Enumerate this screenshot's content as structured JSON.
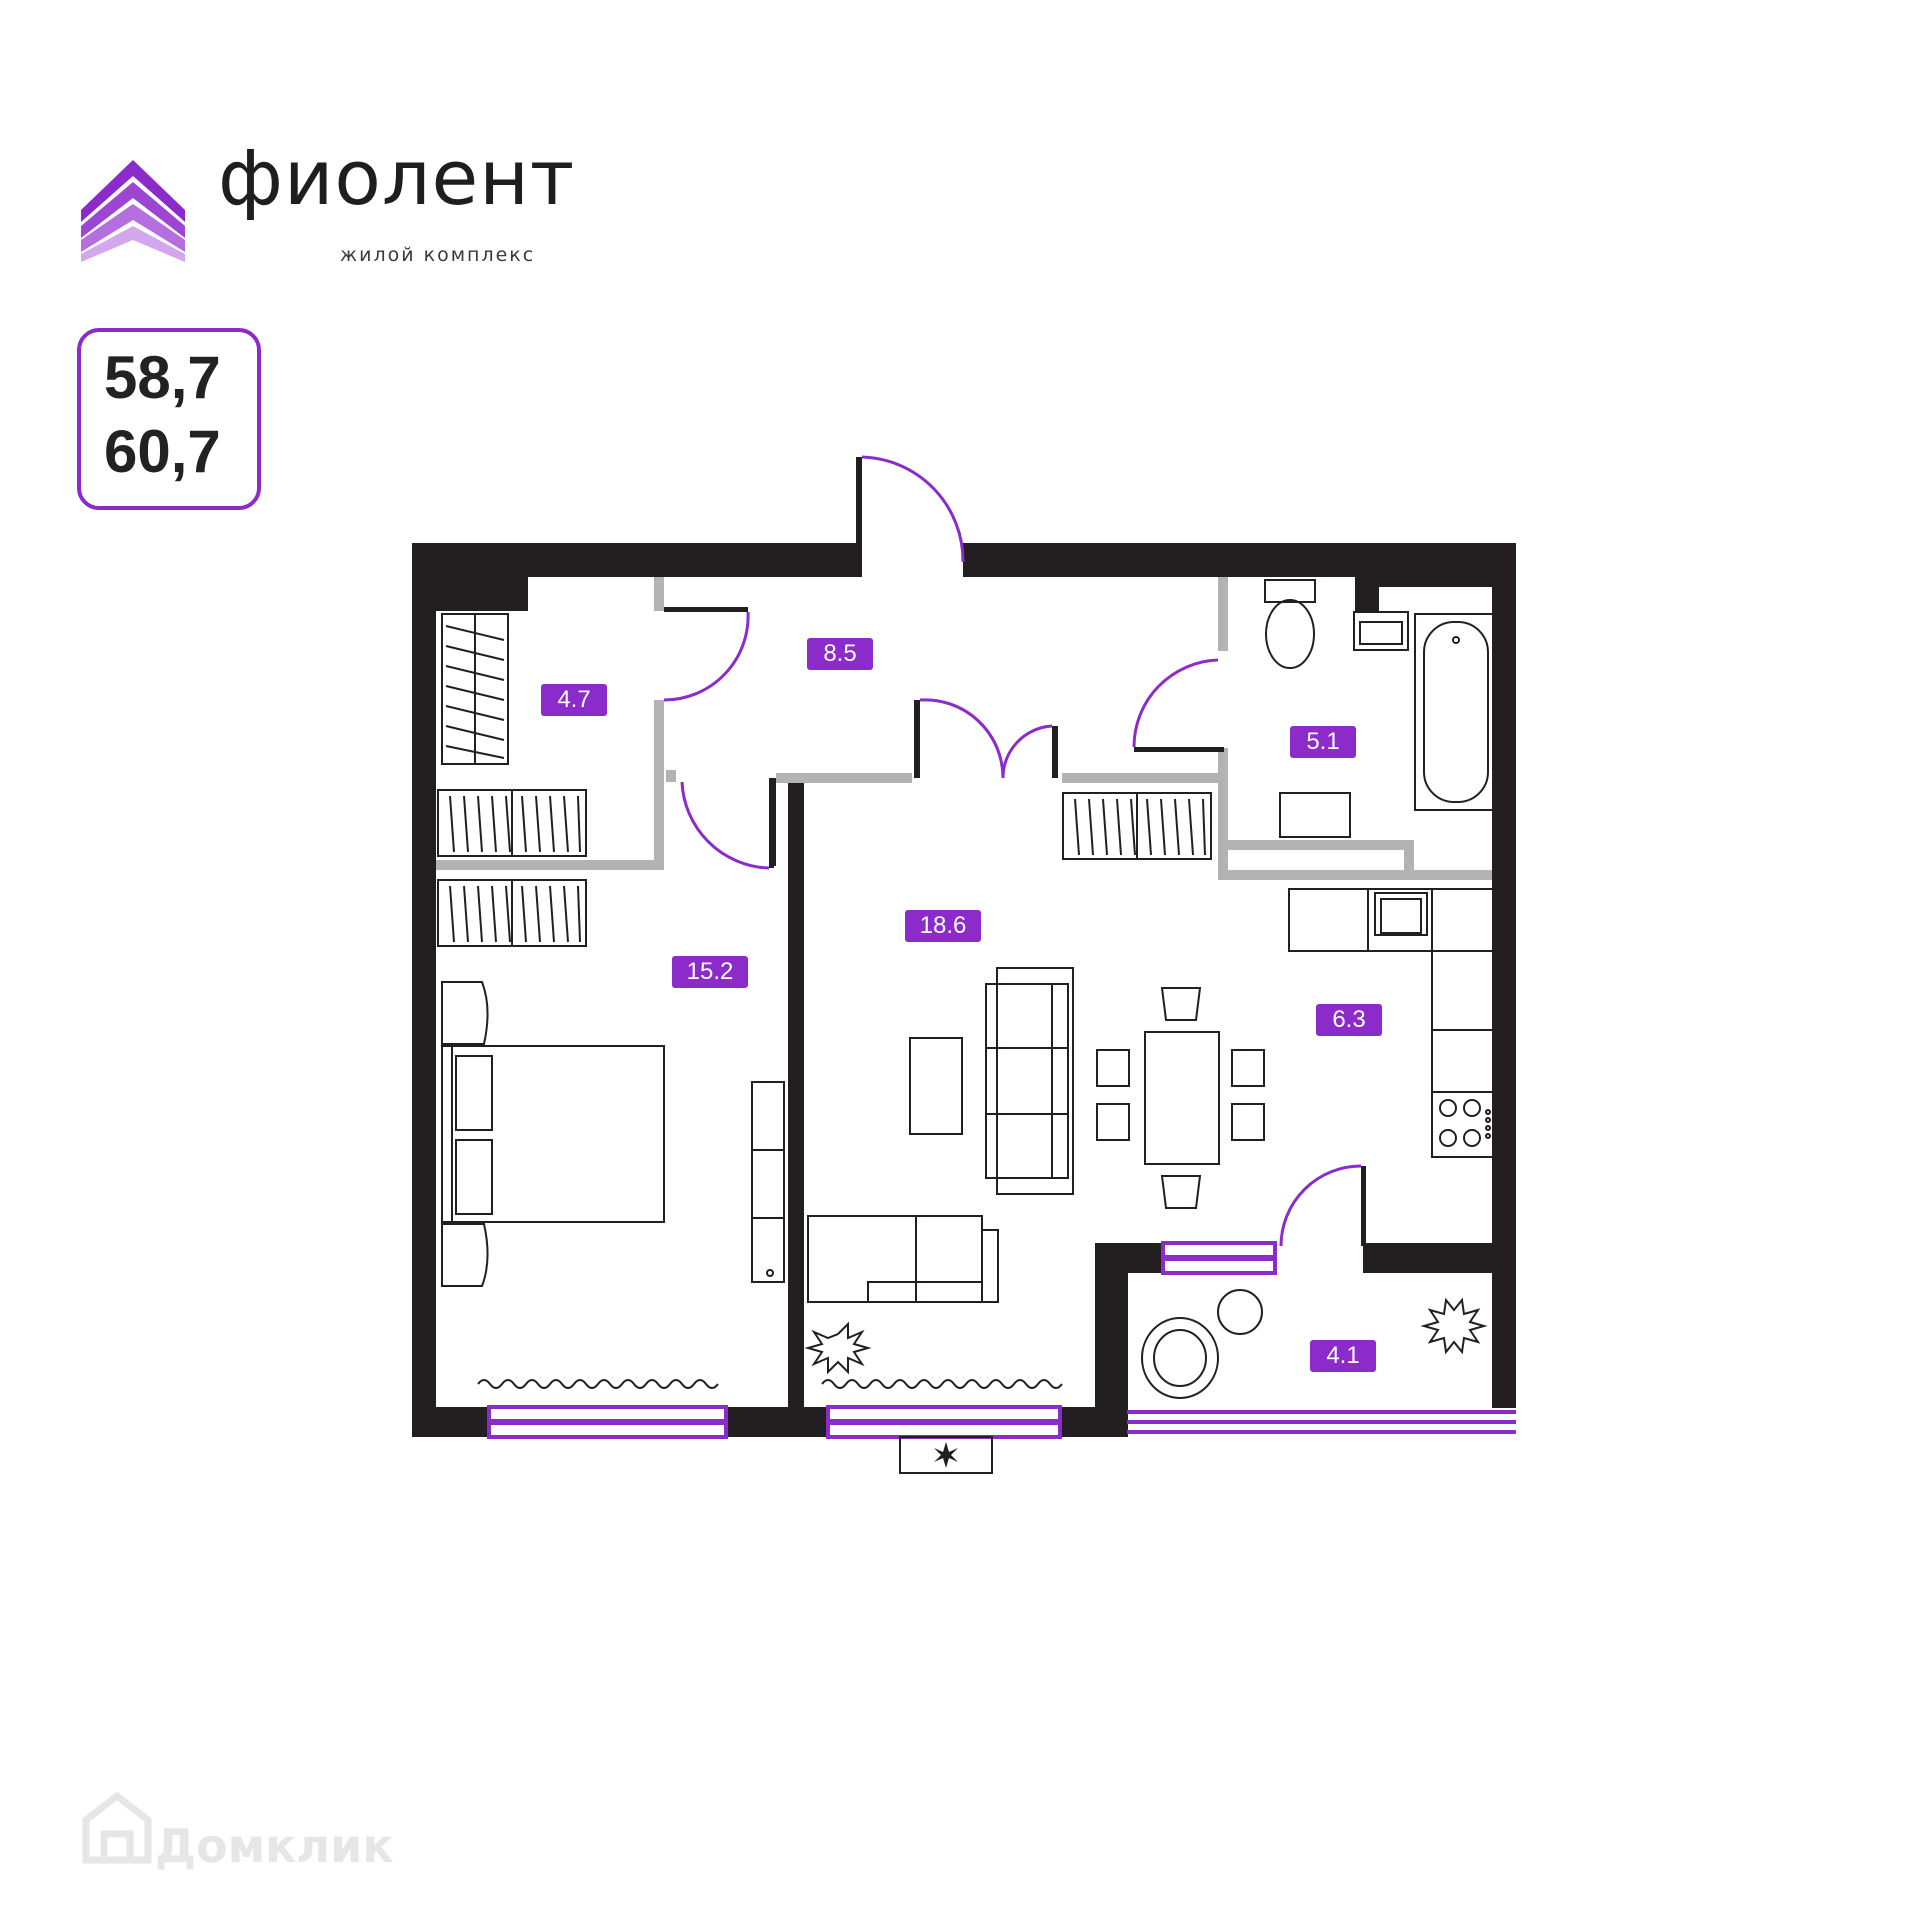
{
  "brand": {
    "name": "фиолент",
    "subtitle": "жилой комплекс"
  },
  "areas": {
    "living": "58,7",
    "total": "60,7"
  },
  "rooms": [
    {
      "id": "storage",
      "area": "4.7"
    },
    {
      "id": "hall",
      "area": "8.5"
    },
    {
      "id": "bathroom",
      "area": "5.1"
    },
    {
      "id": "bedroom",
      "area": "15.2"
    },
    {
      "id": "living-room",
      "area": "18.6"
    },
    {
      "id": "kitchen",
      "area": "6.3"
    },
    {
      "id": "balcony",
      "area": "4.1"
    }
  ],
  "watermark": "Домклик",
  "colors": {
    "accent": "#8b2bc9",
    "wall": "#231f20",
    "partition": "#b3b3b3",
    "furniture": "#231f20"
  }
}
